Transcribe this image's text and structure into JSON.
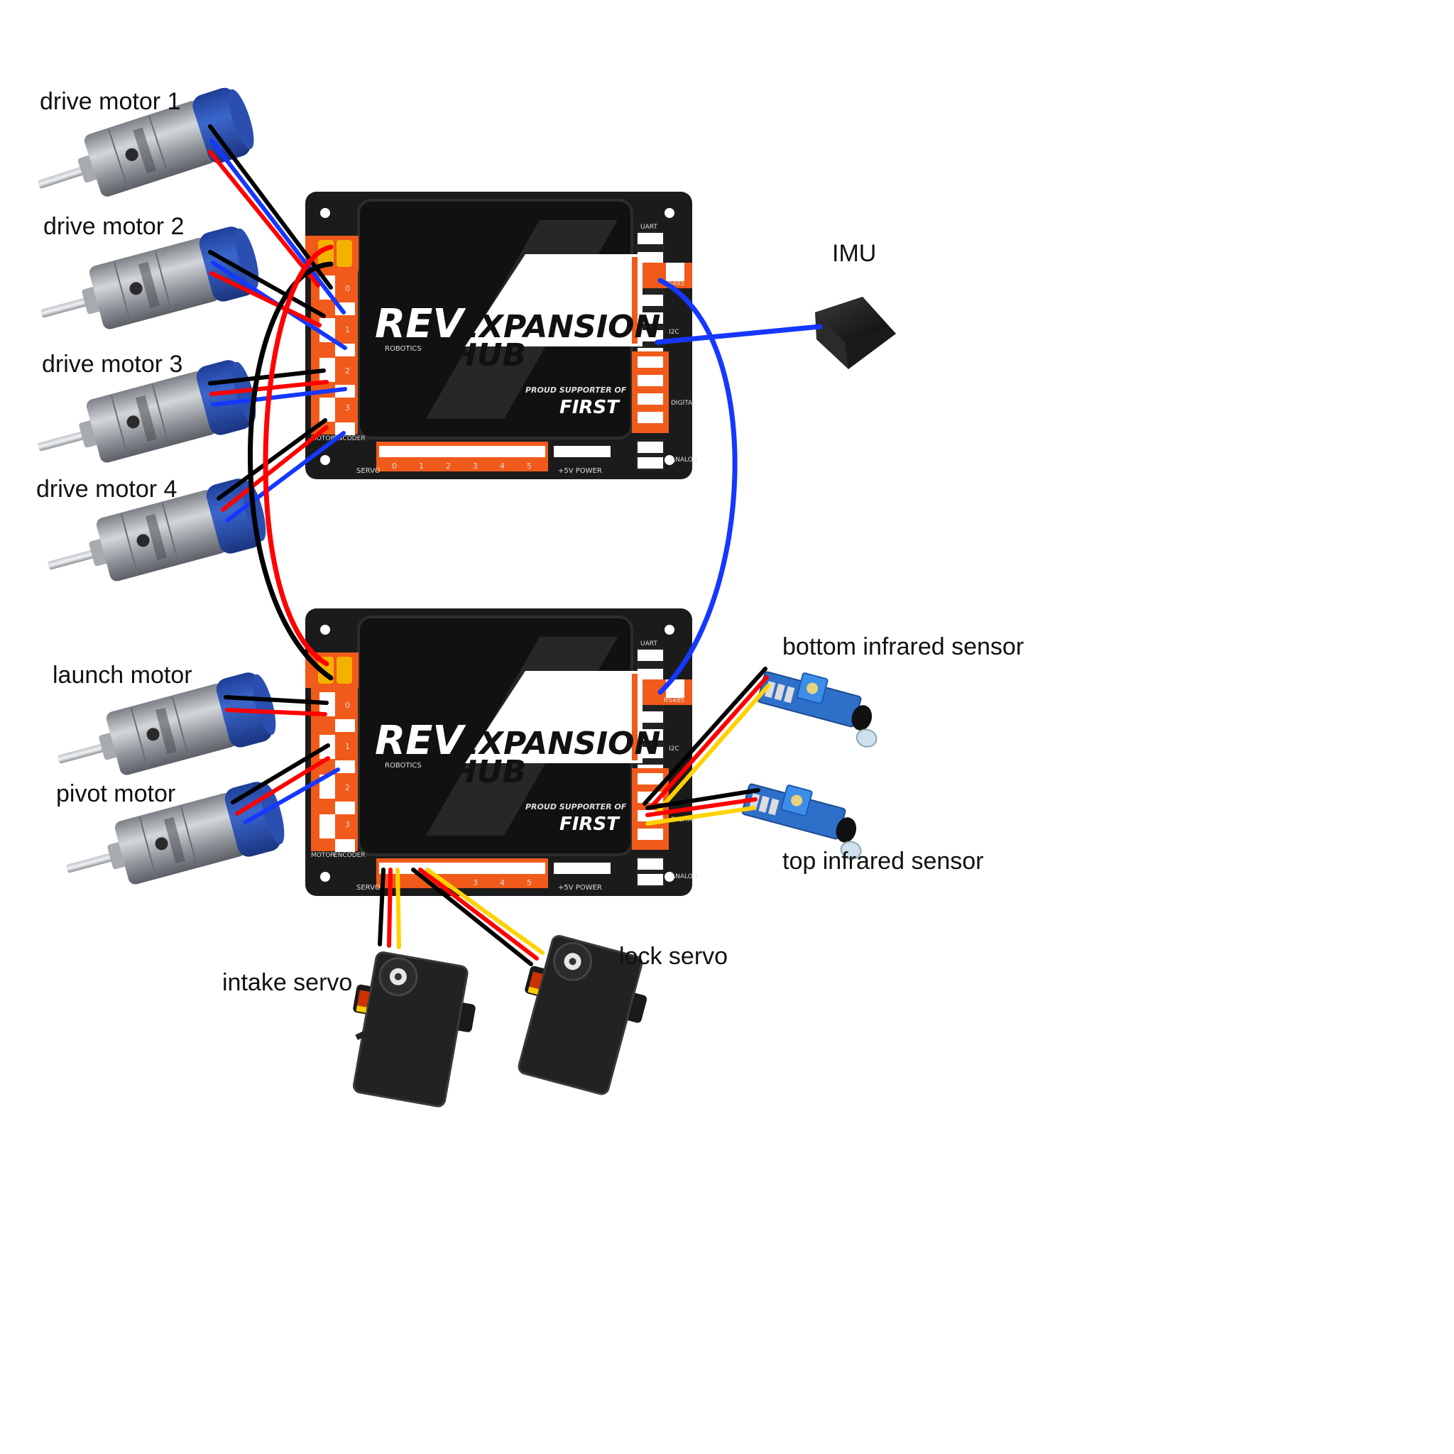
{
  "labels": {
    "drive_motor_1": "drive motor 1",
    "drive_motor_2": "drive motor 2",
    "drive_motor_3": "drive motor 3",
    "drive_motor_4": "drive motor 4",
    "launch_motor": "launch motor",
    "pivot_motor": "pivot motor",
    "imu": "IMU",
    "bottom_ir": "bottom infrared sensor",
    "top_ir": "top infrared sensor",
    "intake_servo": "intake servo",
    "lock_servo": "lock servo"
  },
  "hub": {
    "brand": "REV",
    "brand_sub": "ROBOTICS",
    "title_line1": "EXPANSION",
    "title_line2": "HUB",
    "supporter": "PROUD SUPPORTER OF",
    "first": "FIRST",
    "motor_label": "MOTOR",
    "encoder_label": "ENCODER",
    "servo_label": "SERVO",
    "power_label": "+5V POWER",
    "uart_label": "UART",
    "rs485_label": "RS485",
    "i2c_label": "I2C",
    "digital_label": "DIGITAL",
    "analog_label": "ANALOG",
    "motor_ports": [
      "0",
      "1",
      "2",
      "3"
    ],
    "servo_ports": [
      "0",
      "1",
      "2",
      "3",
      "4",
      "5"
    ]
  },
  "colors": {
    "hub_body": "#1b1b1b",
    "hub_orange": "#f05a1a",
    "wire_black": "#000000",
    "wire_red": "#ff0000",
    "wire_blue": "#1537ff",
    "wire_yellow": "#ffd200",
    "motor_blue": "#2d55b8",
    "motor_gray": "#9a9ea4"
  }
}
